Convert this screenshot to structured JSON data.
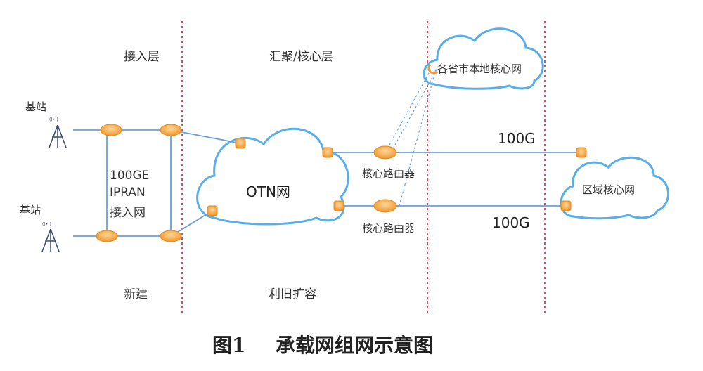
{
  "layers": {
    "access": "接入层",
    "aggregation_core": "汇聚/核心层"
  },
  "labels": {
    "base_station_top": "基站",
    "base_station_bottom": "基站",
    "access_net_line1": "100GE",
    "access_net_line2": "IPRAN",
    "access_net_line3": "接入网",
    "otn": "OTN网",
    "core_router_top": "核心路由器",
    "core_router_bottom": "核心路由器",
    "link_top": "100G",
    "link_bottom": "100G",
    "provincial_core": "各省市本地核心网",
    "regional_core": "区域核心网",
    "new_build": "新建",
    "reuse_expand": "利旧扩容"
  },
  "caption": {
    "figure_number": "图1",
    "title": "承载网组网示意图"
  },
  "colors": {
    "node_orange": "#f4a93b",
    "link_blue": "#6a9ed8",
    "cloud_blue": "#58aee8",
    "divider_red": "#d9505a"
  }
}
